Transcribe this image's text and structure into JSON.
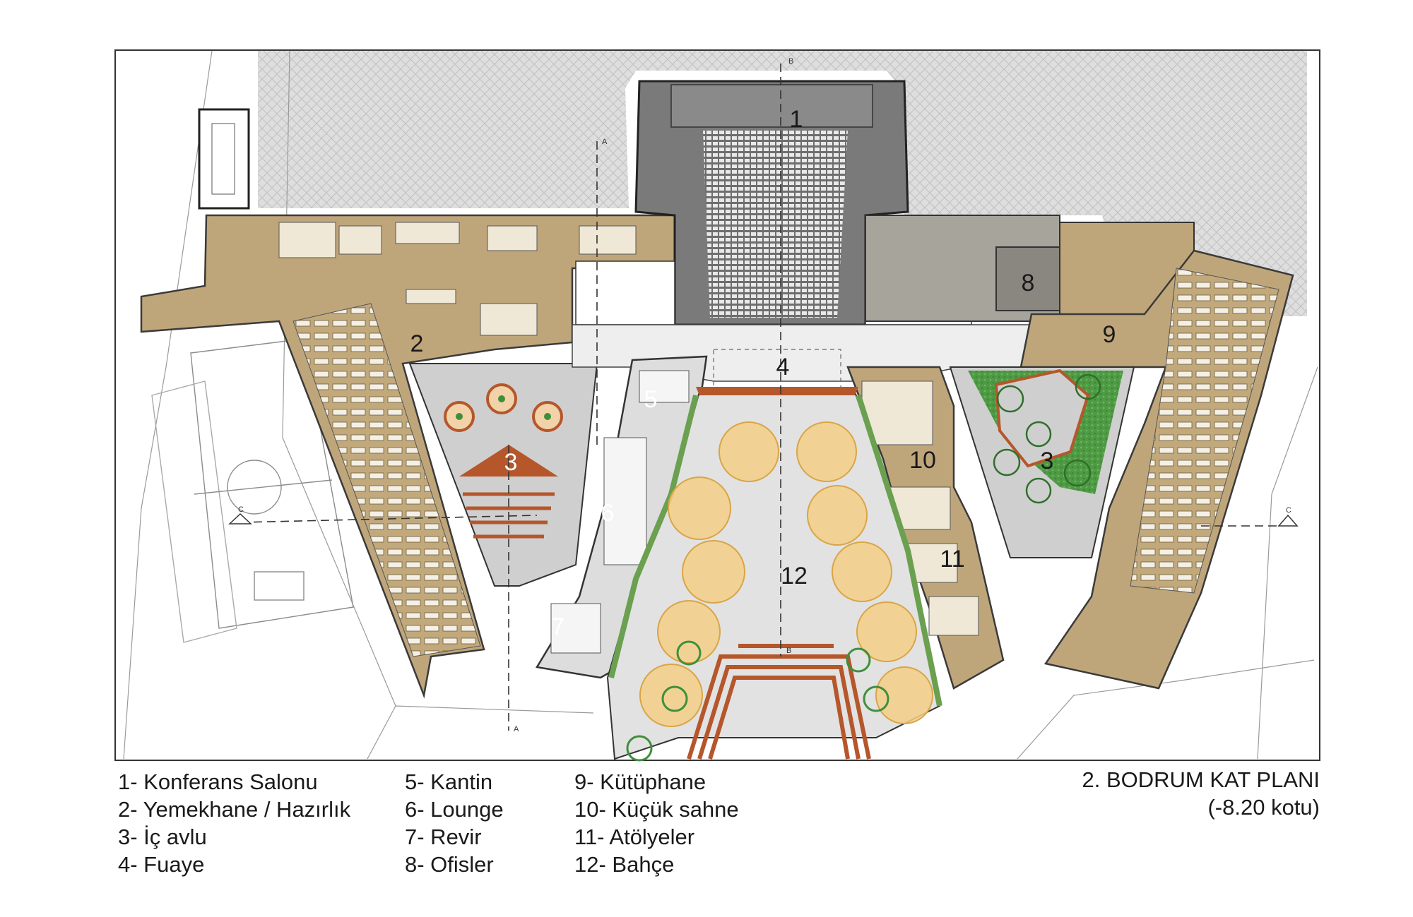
{
  "plan": {
    "rooms": [
      {
        "num": "1"
      },
      {
        "num": "2"
      },
      {
        "num": "3"
      },
      {
        "num": "3"
      },
      {
        "num": "4"
      },
      {
        "num": "5"
      },
      {
        "num": "6"
      },
      {
        "num": "7"
      },
      {
        "num": "8"
      },
      {
        "num": "9"
      },
      {
        "num": "10"
      },
      {
        "num": "11"
      },
      {
        "num": "12"
      }
    ],
    "section_marks": [
      "A",
      "A",
      "B",
      "B",
      "C",
      "C"
    ]
  },
  "legend": {
    "col1": [
      "1- Konferans Salonu",
      "2- Yemekhane / Hazırlık",
      "3- İç avlu",
      "4- Fuaye"
    ],
    "col2": [
      "5- Kantin",
      "6- Lounge",
      "7- Revir",
      "8- Ofisler"
    ],
    "col3": [
      "9- Kütüphane",
      "10- Küçük sahne",
      "11- Atölyeler",
      "12- Bahçe"
    ]
  },
  "title": {
    "line1": "2. BODRUM KAT PLANI",
    "line2": "(-8.20 kotu)"
  },
  "colors": {
    "tan": "#bfa67a",
    "grey_auditorium": "#7a7a7a",
    "courtyard_grey": "#cfcfcf",
    "green": "#3f8f3a",
    "terracotta": "#b5562b",
    "tree_yellow": "#f3cf86"
  }
}
